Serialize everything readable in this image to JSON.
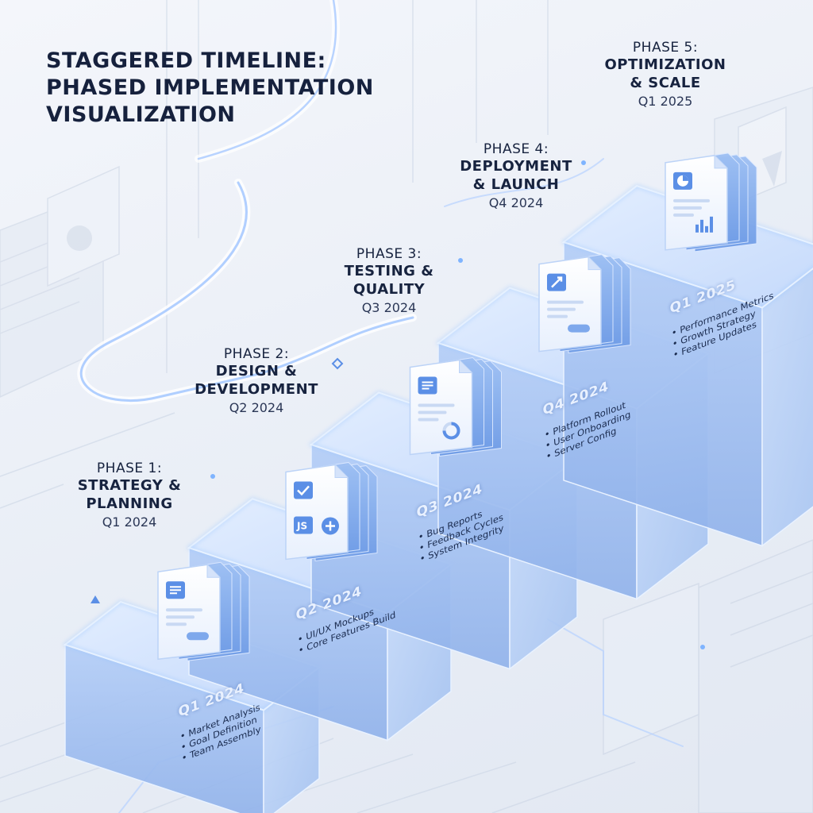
{
  "title": [
    "STAGGERED TIMELINE:",
    "PHASED IMPLEMENTATION",
    "VISUALIZATION"
  ],
  "phases": [
    {
      "number": "PHASE 1:",
      "name": [
        "STRATEGY &",
        "PLANNING"
      ],
      "date": "Q1 2024",
      "block_label": "Q1 2024",
      "tasks": [
        "Market Analysis",
        "Goal Definition",
        "Team Assembly"
      ],
      "icons": [
        "document-icon",
        "toggle-icon"
      ]
    },
    {
      "number": "PHASE 2:",
      "name": [
        "DESIGN &",
        "DEVELOPMENT"
      ],
      "date": "Q2 2024",
      "block_label": "Q2 2024",
      "tasks": [
        "UI/UX Mockups",
        "Core Features Build"
      ],
      "icons": [
        "checkbox-icon",
        "js-icon",
        "python-icon"
      ],
      "js_text": "JS"
    },
    {
      "number": "PHASE 3:",
      "name": [
        "TESTING &",
        "QUALITY"
      ],
      "date": "Q3 2024",
      "block_label": "Q3 2024",
      "tasks": [
        "Bug Reports",
        "Feedback Cycles",
        "System Integrity"
      ],
      "icons": [
        "document-icon",
        "progress-ring-icon"
      ]
    },
    {
      "number": "PHASE 4:",
      "name": [
        "DEPLOYMENT",
        "& LAUNCH"
      ],
      "date": "Q4 2024",
      "block_label": "Q4 2024",
      "tasks": [
        "Platform Rollout",
        "User Onboarding",
        "Server Config"
      ],
      "icons": [
        "rocket-icon",
        "toggle-icon"
      ]
    },
    {
      "number": "PHASE 5:",
      "name": [
        "OPTIMIZATION",
        "& SCALE"
      ],
      "date": "Q1 2025",
      "block_label": "Q1 2025",
      "tasks": [
        "Performance Metrics",
        "Growth Strategy",
        "Feature Updates"
      ],
      "icons": [
        "pie-chart-icon",
        "bar-chart-icon"
      ]
    }
  ],
  "colors": {
    "accent": "#5b8fe6",
    "block_top": "#cfe0fb",
    "block_front": "#a9c6f3",
    "block_side": "#8fb2ea",
    "glow": "#7fb4ff",
    "text": "#17233f"
  }
}
